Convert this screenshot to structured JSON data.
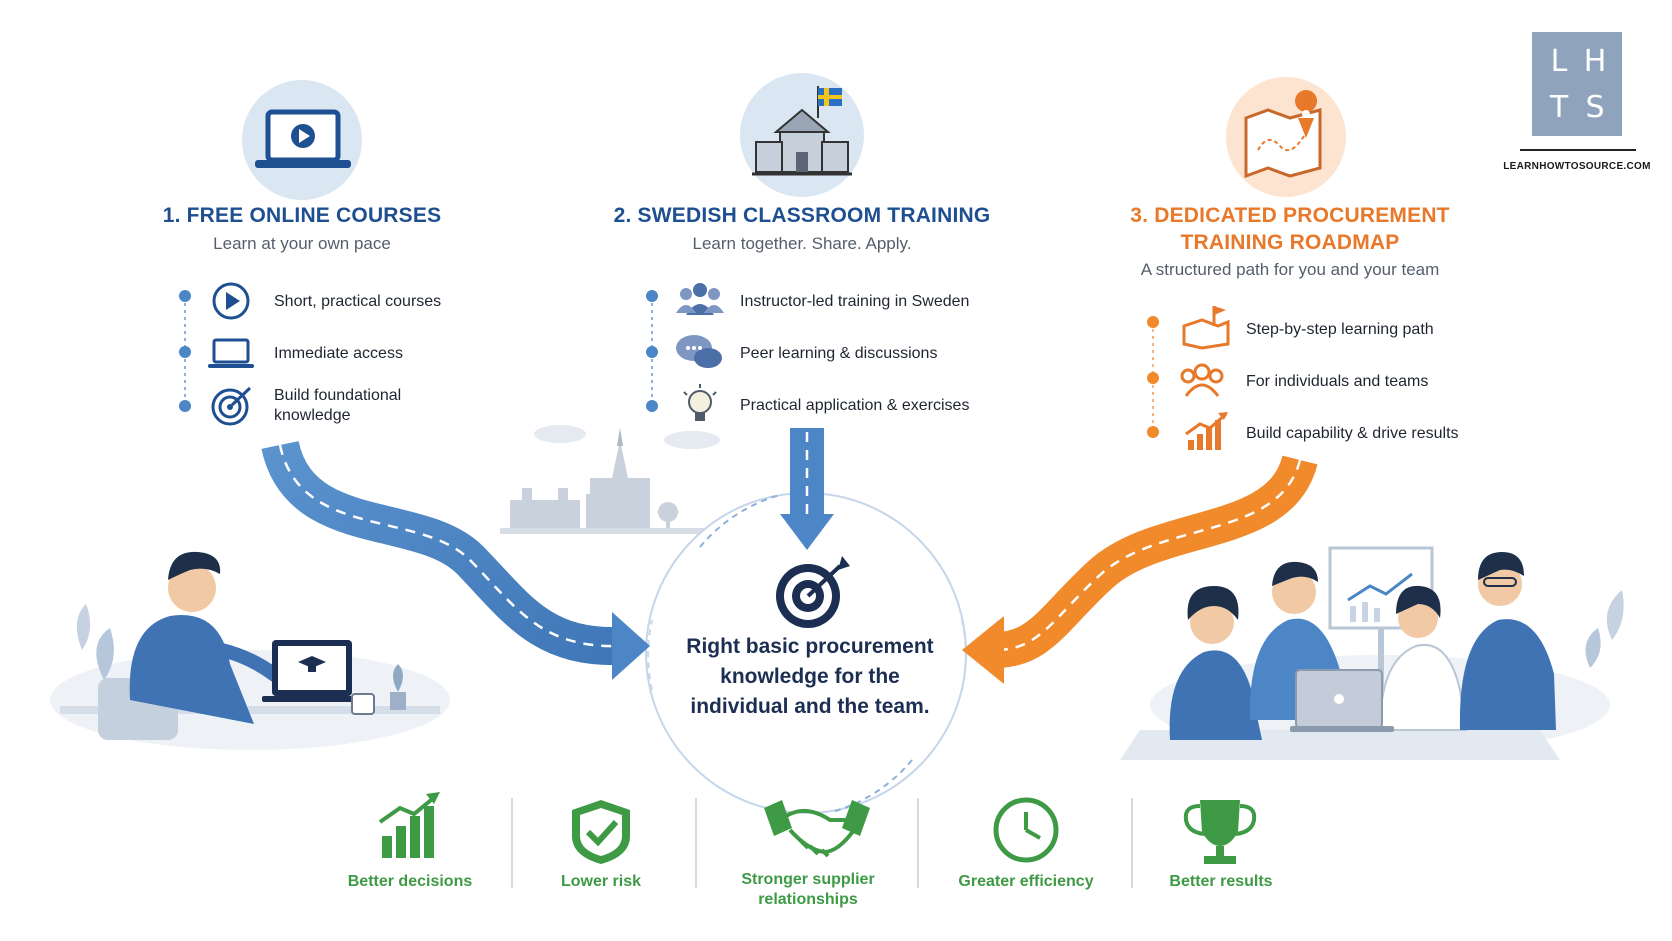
{
  "logo": {
    "letters": [
      "L",
      "H",
      "T",
      "S"
    ],
    "url": "LEARNHOWTOSOURCE.COM"
  },
  "columns": [
    {
      "title": "1. FREE ONLINE COURSES",
      "subtitle": "Learn at your own pace",
      "accent": "#1e4f91",
      "items": [
        {
          "icon": "play-circle-icon",
          "label": "Short, practical courses"
        },
        {
          "icon": "laptop-icon",
          "label": "Immediate access"
        },
        {
          "icon": "target-icon",
          "label": "Build foundational knowledge"
        }
      ]
    },
    {
      "title": "2. SWEDISH CLASSROOM TRAINING",
      "subtitle": "Learn together. Share. Apply.",
      "accent": "#1e4f91",
      "items": [
        {
          "icon": "group-icon",
          "label": "Instructor-led training in Sweden"
        },
        {
          "icon": "chat-bubbles-icon",
          "label": "Peer learning & discussions"
        },
        {
          "icon": "lightbulb-icon",
          "label": "Practical application & exercises"
        }
      ]
    },
    {
      "title_lines": [
        "3. DEDICATED PROCUREMENT",
        "TRAINING ROADMAP"
      ],
      "subtitle": "A structured path for you and your team",
      "accent": "#e8782a",
      "items": [
        {
          "icon": "map-flag-icon",
          "label": "Step-by-step learning path"
        },
        {
          "icon": "team-icon",
          "label": "For individuals and teams"
        },
        {
          "icon": "growth-chart-icon",
          "label": "Build capability & drive results"
        }
      ]
    }
  ],
  "center": {
    "lines": [
      "Right basic procurement",
      "knowledge for the",
      "individual and the team."
    ]
  },
  "benefits": [
    {
      "icon": "bar-chart-icon",
      "label": "Better decisions"
    },
    {
      "icon": "shield-check-icon",
      "label": "Lower risk"
    },
    {
      "icon": "handshake-icon",
      "label_lines": [
        "Stronger supplier",
        "relationships"
      ]
    },
    {
      "icon": "clock-icon",
      "label": "Greater efficiency"
    },
    {
      "icon": "trophy-icon",
      "label": "Better results"
    }
  ],
  "colors": {
    "blue": "#1e4f91",
    "road_blue": "#4d86c6",
    "orange": "#f08a2a",
    "green": "#3e9a44",
    "navy": "#1c2f52"
  }
}
